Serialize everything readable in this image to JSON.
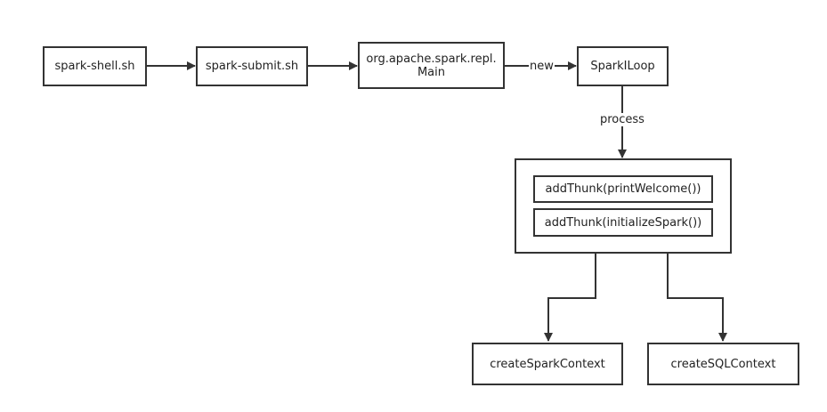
{
  "diagram": {
    "nodes": {
      "spark_shell": "spark-shell.sh",
      "spark_submit": "spark-submit.sh",
      "repl_main_line1": "org.apache.spark.repl.",
      "repl_main_line2": "Main",
      "spark_iloop": "SparkILoop",
      "thunk_print_welcome": "addThunk(printWelcome())",
      "thunk_initialize_spark": "addThunk(initializeSpark())",
      "create_spark_context": "createSparkContext",
      "create_sql_context": "createSQLContext"
    },
    "edge_labels": {
      "main_to_iloop": "new",
      "iloop_to_group": "process"
    },
    "colors": {
      "stroke": "#333333",
      "text": "#222222",
      "background": "#ffffff"
    }
  }
}
